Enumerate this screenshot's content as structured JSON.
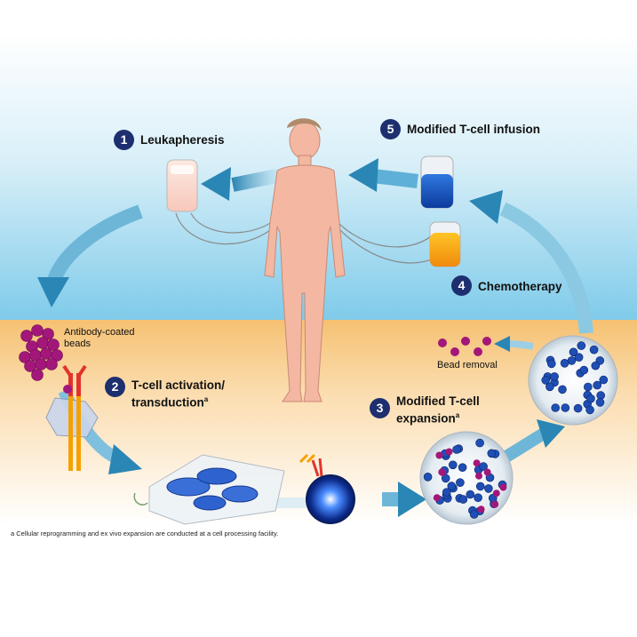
{
  "steps": [
    {
      "number": "1",
      "label": "Leukapheresis"
    },
    {
      "number": "2",
      "label_line1": "T-cell activation/",
      "label_line2": "transduction",
      "superscript": "a"
    },
    {
      "number": "3",
      "label_line1": "Modified T-cell",
      "label_line2": "expansion",
      "superscript": "a"
    },
    {
      "number": "4",
      "label": "Chemotherapy"
    },
    {
      "number": "5",
      "label": "Modified T-cell infusion"
    }
  ],
  "annotations": {
    "beads_line1": "Antibody-coated",
    "beads_line2": "beads",
    "bead_removal": "Bead removal"
  },
  "footnote": "a Cellular reprogramming and ex vivo expansion are conducted at a cell processing facility.",
  "colors": {
    "sky_top": "#ffffff",
    "sky_bottom": "#8fd3ee",
    "sand_top": "#f6c77a",
    "sand_bottom": "#ffffff",
    "arrow": "#2a86b5",
    "badge": "#1d2f6f",
    "bead": "#a3177a",
    "skin": "#f2b59f"
  }
}
